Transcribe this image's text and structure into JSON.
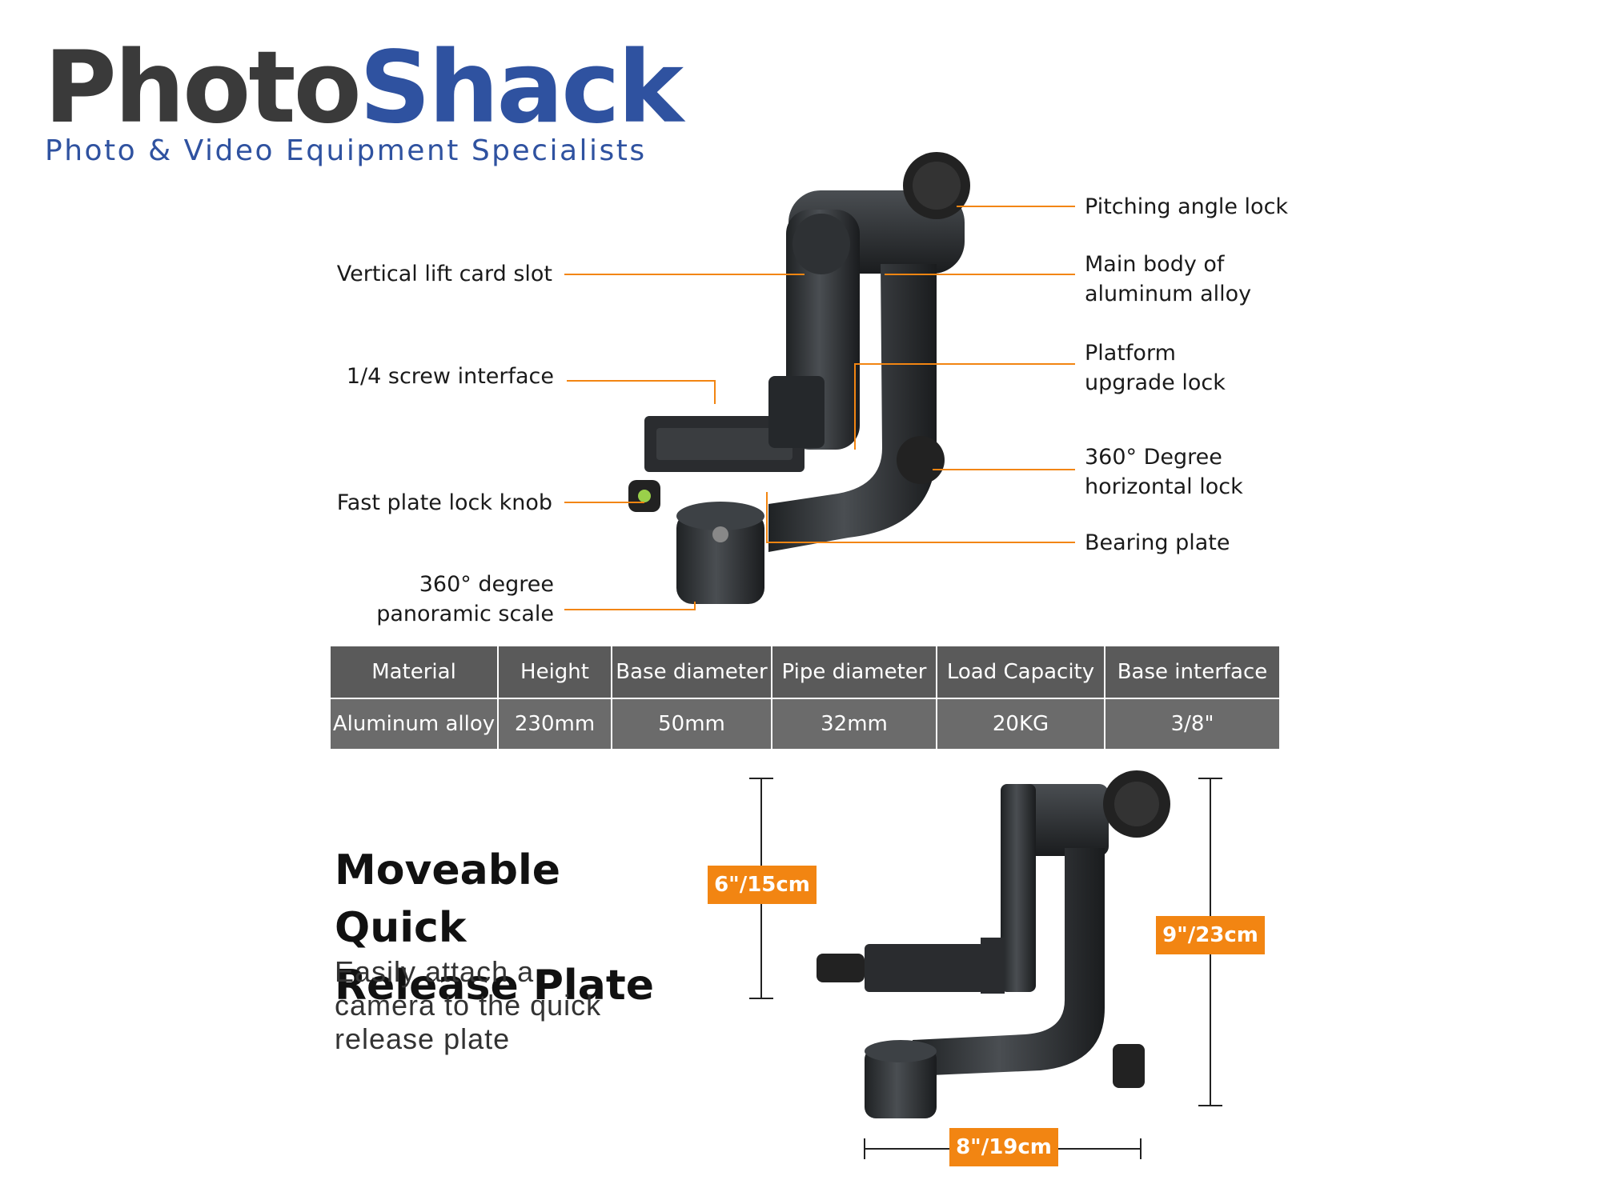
{
  "brand": {
    "name_part1": "Photo",
    "name_part2": "Shack",
    "tagline": "Photo & Video Equipment Specialists"
  },
  "callouts": {
    "left": [
      "Vertical lift card slot",
      "1/4 screw interface",
      "Fast plate lock knob",
      "360° degree\npanoramic scale"
    ],
    "right": [
      "Pitching angle lock",
      "Main body of\naluminum alloy",
      "Platform\nupgrade lock",
      "360° Degree\nhorizontal lock",
      "Bearing plate"
    ]
  },
  "specs": {
    "headers": [
      "Material",
      "Height",
      "Base diameter",
      "Pipe diameter",
      "Load Capacity",
      "Base interface"
    ],
    "values": [
      "Aluminum alloy",
      "230mm",
      "50mm",
      "32mm",
      "20KG",
      "3/8\""
    ]
  },
  "feature": {
    "heading_line1": "Moveable Quick",
    "heading_line2": "Release Plate",
    "description": "Easily attach a camera to the quick release plate"
  },
  "dimensions": {
    "plate_height": "6\"/15cm",
    "total_height": "9\"/23cm",
    "width": "8\"/19cm"
  },
  "colors": {
    "accent_orange": "#f28512",
    "brand_blue": "#2f52a0",
    "brand_gray": "#3a3a3a",
    "table_gray": "#5a5a5a"
  }
}
